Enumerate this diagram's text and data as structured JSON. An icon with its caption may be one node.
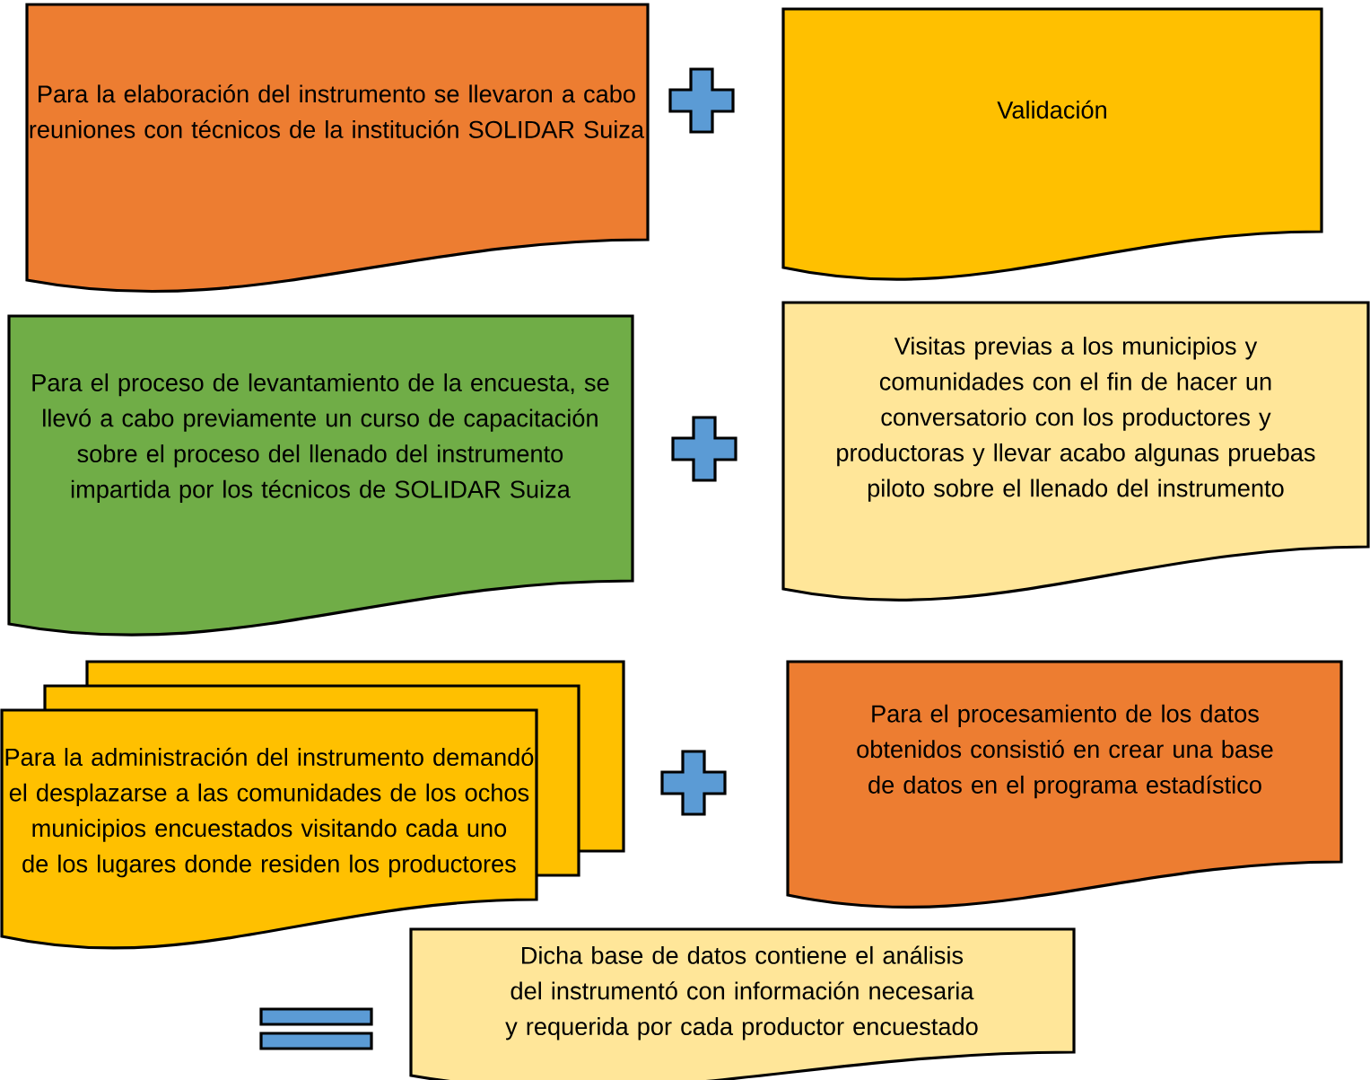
{
  "diagram": {
    "nodes": [
      {
        "text": [
          "Para la elaboración del instrumento  se llevaron a cabo reuniones con técnicos de la institución SOLIDAR Suiza"
        ]
      },
      {
        "text": [
          "Validación"
        ]
      },
      {
        "text": [
          "Para el proceso de levantamiento de la encuesta, se llevó a cabo previamente  un curso de capacitación sobre el proceso del llenado del instrumento  impartida por los técnicos de SOLIDAR Suiza"
        ]
      },
      {
        "text": [
          "Visitas previas a los municipios y comunidades con el fin de hacer un conversatorio con los productores y productoras y llevar acabo algunas pruebas piloto sobre el llenado del instrumento"
        ]
      },
      {
        "text": [
          "Para la administración del instrumento demandó el desplazarse a las comunidades de los ochos municipios encuestados visitando cada uno de los lugares donde residen los productores"
        ]
      },
      {
        "text": [
          "Para el procesamiento de los datos obtenidos consistió en crear una base de datos en el programa estadístico"
        ]
      },
      {
        "text": [
          "Dicha base de datos contiene el análisis del instrumentó con información necesaria y requerida por cada productor encuestado"
        ]
      },
      {
        "text": [],
        "shape": "plus"
      },
      {
        "text": [],
        "shape": "plus"
      },
      {
        "text": [],
        "shape": "plus"
      },
      {
        "text": [],
        "shape": "equals"
      }
    ],
    "edges": []
  }
}
